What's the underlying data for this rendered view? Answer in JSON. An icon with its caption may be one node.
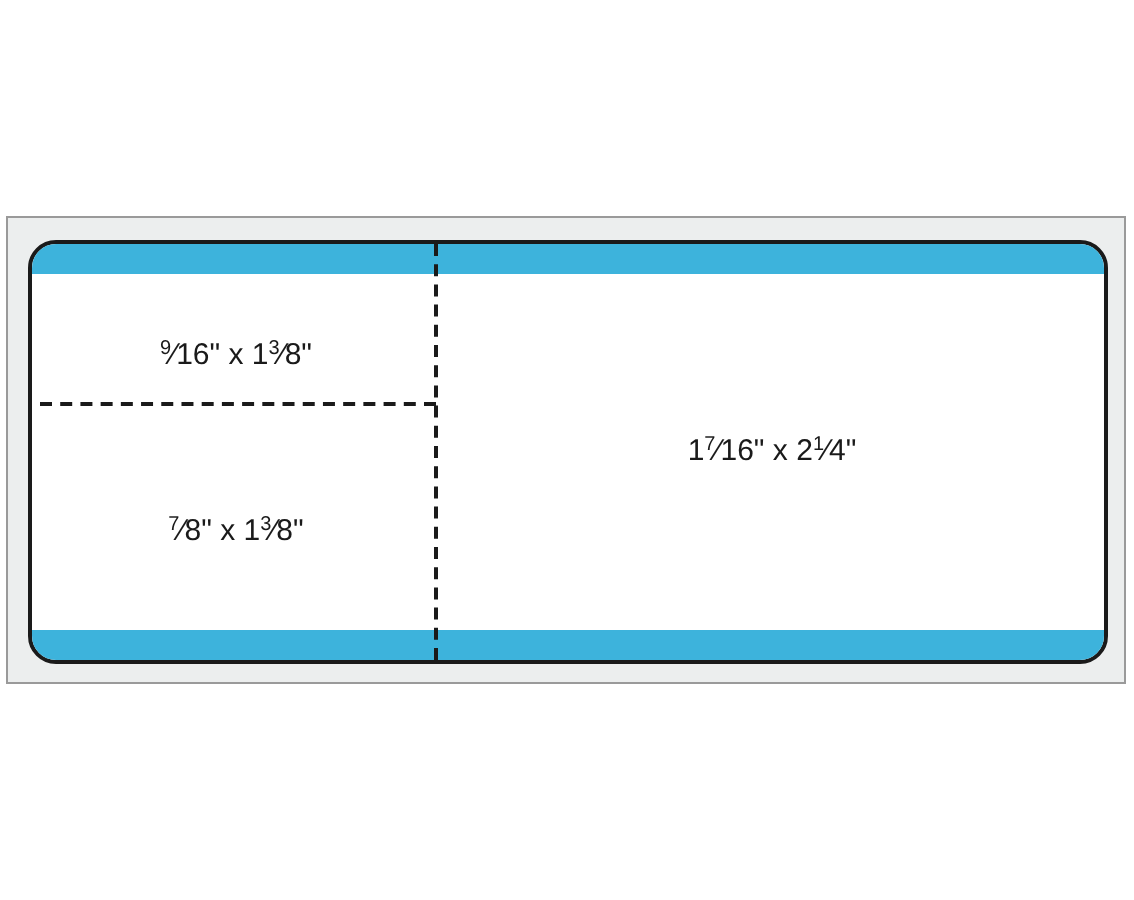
{
  "diagram": {
    "labels": [
      "$^{9}$⁄16\" x 1$^{3}$⁄8\"",
      "$^{7}$⁄8\" x 1$^{3}$⁄8\"",
      "1$^{7}$⁄16\" x 2$^{1}$⁄4\""
    ]
  }
}
